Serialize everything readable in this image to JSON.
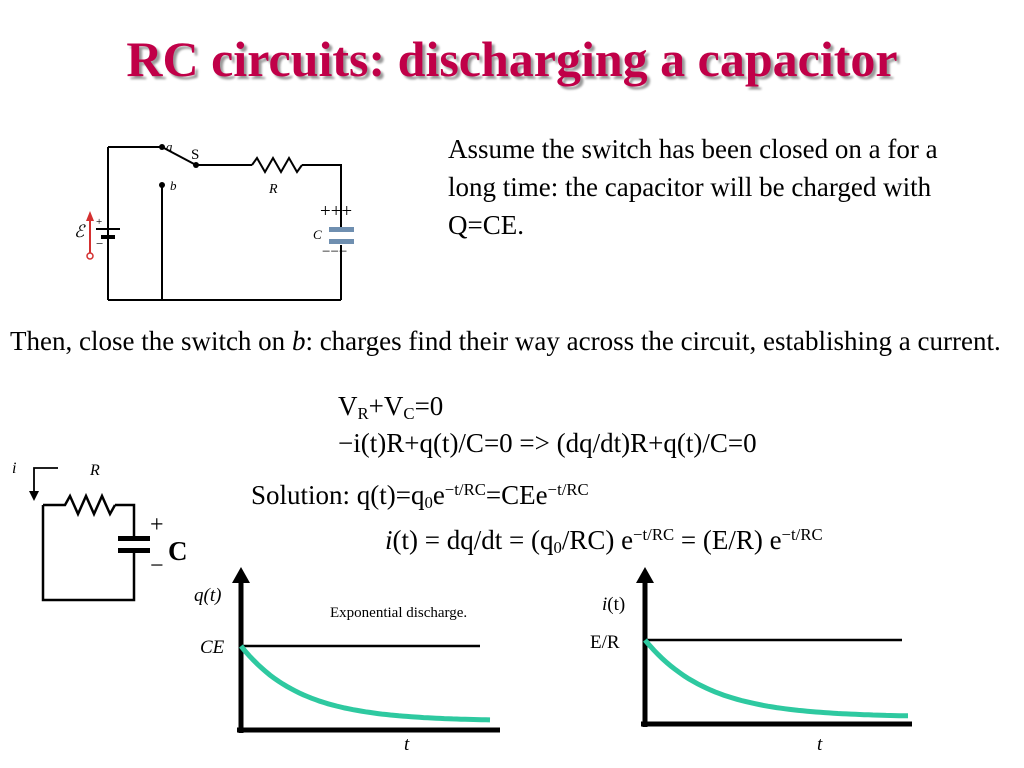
{
  "title": "RC circuits: discharging a capacitor",
  "paragraph1": "Assume the switch has been closed on a for a long time: the capacitor will be charged with Q=CE.",
  "paragraph2": {
    "prefix": "Then, close the switch on ",
    "italic": "b",
    "suffix": ": charges find their way across the circuit, establishing a current."
  },
  "equations": {
    "eq1": {
      "a": "V",
      "a_sub": "R",
      "b": "+V",
      "b_sub": "C",
      "c": "=0"
    },
    "eq2": "−i(t)R+q(t)/C=0 => (dq/dt)R+q(t)/C=0",
    "solution": {
      "label": "Solution: q(t)=q",
      "q_sub": "0",
      "e1": "e",
      "exp1": "−t/RC",
      "mid": "=CEe",
      "exp2": "−t/RC"
    },
    "current": {
      "i": "i",
      "p1": "(t) = dq/dt = (q",
      "q_sub": "0",
      "p2": "/RC) e",
      "exp1": "−t/RC",
      "p3": " = (E/R) e",
      "exp2": "−t/RC"
    }
  },
  "circuit1": {
    "switch_a": "a",
    "switch_b": "b",
    "switch_label": "S",
    "resistor_label": "R",
    "capacitor_label": "C",
    "plus_marks": "+++",
    "minus_marks": "−−−",
    "emf_symbol": "ℰ",
    "battery_plus": "+",
    "battery_minus": "−"
  },
  "circuit2": {
    "current_label": "i",
    "resistor_label": "R",
    "plus": "+",
    "minus": "−",
    "capacitor_label": "C"
  },
  "chart_data": [
    {
      "type": "line",
      "ylabel": "q(t)",
      "xlabel": "t",
      "annotation": "Exponential discharge.",
      "y0_label": "CE",
      "series": [
        {
          "values_shape": "exponential decay from CE toward 0"
        }
      ]
    },
    {
      "type": "line",
      "ylabel_italic": "i",
      "ylabel_rest": "(t)",
      "xlabel": "t",
      "y0_label": "E/R",
      "series": [
        {
          "values_shape": "exponential decay from E/R toward 0"
        }
      ]
    }
  ],
  "colors": {
    "title": "#c00048",
    "curve": "#2ec9a0",
    "capacitor": "#6f8fb0",
    "battery_arrow": "#d43030"
  }
}
